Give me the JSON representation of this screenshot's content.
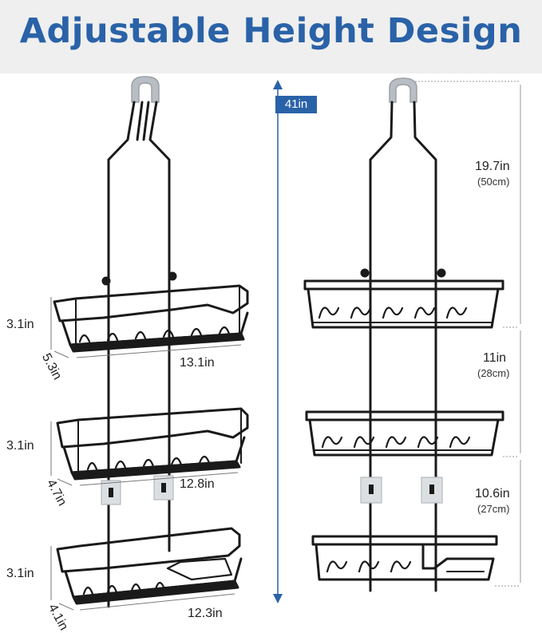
{
  "title": "Adjustable Height Design",
  "left_view": {
    "baskets": [
      {
        "height": "3.1in",
        "depth": "5.3in",
        "width": "13.1in"
      },
      {
        "height": "3.1in",
        "depth": "4.7in",
        "width": "12.8in"
      },
      {
        "height": "3.1in",
        "depth": "4.1in",
        "width": "12.3in"
      }
    ]
  },
  "right_view": {
    "total_height": "41in",
    "sections": [
      {
        "imperial": "19.7in",
        "metric": "(50cm)"
      },
      {
        "imperial": "11in",
        "metric": "(28cm)"
      },
      {
        "imperial": "10.6in",
        "metric": "(27cm)"
      }
    ]
  },
  "colors": {
    "brand_blue": "#2a62a8",
    "header_bg": "#efefef",
    "metal": "#1a1a1a",
    "hook_grip": "#b9bec4"
  }
}
